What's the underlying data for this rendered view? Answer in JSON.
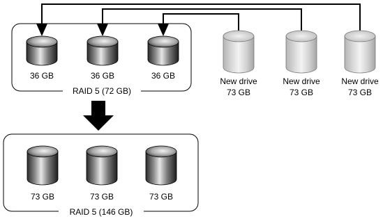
{
  "top_array": {
    "drives": [
      {
        "capacity": "36 GB"
      },
      {
        "capacity": "36 GB"
      },
      {
        "capacity": "36 GB"
      }
    ],
    "label": "RAID 5 (72 GB)"
  },
  "new_drives": [
    {
      "line1": "New drive",
      "line2": "73 GB"
    },
    {
      "line1": "New drive",
      "line2": "73 GB"
    },
    {
      "line1": "New drive",
      "line2": "73 GB"
    }
  ],
  "bottom_array": {
    "drives": [
      {
        "capacity": "73 GB"
      },
      {
        "capacity": "73 GB"
      },
      {
        "capacity": "73 GB"
      }
    ],
    "label": "RAID 5 (146 GB)"
  }
}
